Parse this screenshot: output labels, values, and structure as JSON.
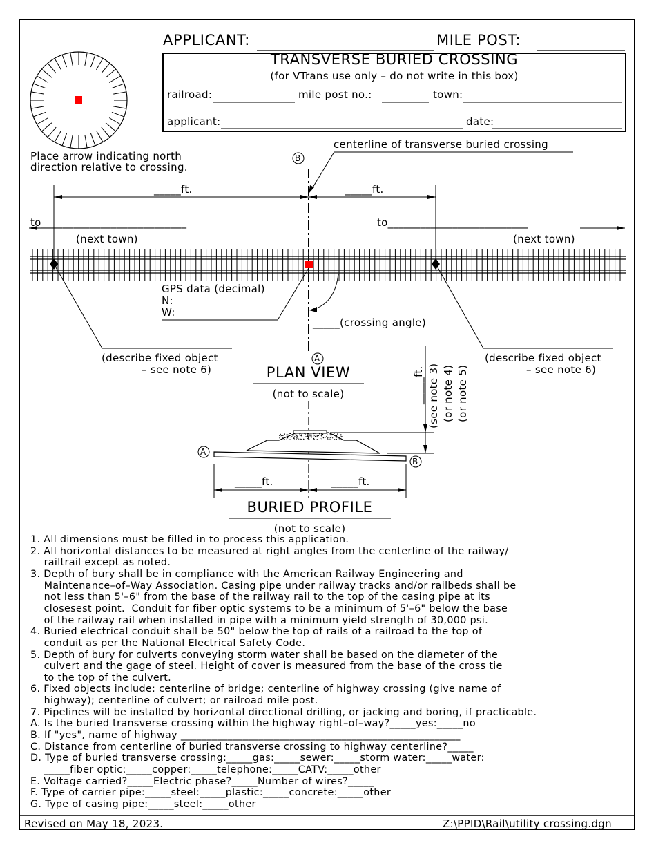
{
  "header": {
    "applicant_label": "APPLICANT:",
    "mile_post_label": "MILE POST:",
    "box_title": "TRANSVERSE BURIED CROSSING",
    "box_subtitle": "(for VTrans use only – do not write in this box)",
    "railroad_label": "railroad:",
    "mile_post_no_label": "mile post no.:",
    "town_label": "town:",
    "applicant_small_label": "applicant:",
    "date_label": "date:"
  },
  "compass": {
    "north_note_1": "Place arrow indicating north",
    "north_note_2": "direction relative to crossing."
  },
  "plan": {
    "centerline_label": "centerline of transverse buried crossing",
    "marker_b": "B",
    "marker_a": "A",
    "dim_left": "_____ft.",
    "dim_right": "_____ft.",
    "to_left": "to___________________________",
    "to_right": "to__________________________",
    "next_town_left": "(next town)",
    "next_town_right": "(next town)",
    "gps_title": "GPS data (decimal)",
    "gps_n": "N:",
    "gps_w": "W:",
    "crossing_angle": "_____(crossing angle)",
    "fixed_left_1": "(describe fixed object",
    "fixed_left_2": "– see note 6)",
    "fixed_right_1": "(describe fixed object",
    "fixed_right_2": "– see note 6)",
    "view_title": "PLAN VIEW",
    "view_scale": "(not to scale)",
    "depth_ft": "_____ft.",
    "see_note_3": "(see note 3)",
    "or_note_4": "(or note 4)",
    "or_note_5": "(or note 5)"
  },
  "profile": {
    "marker_a": "A",
    "marker_b": "B",
    "dim_left": "_____ft.",
    "dim_right": "_____ft.",
    "title": "BURIED PROFILE",
    "scale": "(not to scale)"
  },
  "notes": [
    "1. All dimensions must be filled in to process this application.",
    "2. All horizontal distances to be measured at right angles from the centerline of the railway/",
    "    railtrail except as noted.",
    "3. Depth of bury shall be in compliance with the American Railway Engineering and",
    "    Maintenance–of–Way Association. Casing pipe under railway tracks and/or railbeds shall be",
    "    not less than 5'–6\" from the base of the railway rail to the top of the casing pipe at its",
    "    closesest point.  Conduit for fiber optic systems to be a minimum of 5'–6\" below the base",
    "    of the railway rail when installed in pipe with a minimum yield strength of 30,000 psi.",
    "4. Buried electrical conduit shall be 50\" below the top of rails of a railroad to the top of",
    "    conduit as per the National Electrical Safety Code.",
    "5. Depth of bury for culverts conveying storm water shall be based on the diameter of the",
    "    culvert and the gage of steel. Height of cover is measured from the base of the cross tie",
    "    to the top of the culvert.",
    "6. Fixed objects include: centerline of bridge; centerline of highway crossing (give name of",
    "    highway); centerline of culvert; or railroad mile post.",
    "7. Pipelines will be installed by horizontal directional drilling, or jacking and boring, if practicable.",
    "A. Is the buried transverse crossing within the highway right–of–way?_____yes:_____no",
    "B. If \"yes\", name of highway ______________________________________________________",
    "C. Distance from centerline of buried transverse crossing to highway centerline?_____",
    "D. Type of buried transverse crossing:_____gas:_____sewer:_____storm water:_____water:",
    "    _____fiber optic:_____copper:_____telephone:_____CATV:_____other",
    "E. Voltage carried?_____Electric phase?_____Number of wires?_____",
    "F. Type of carrier pipe:_____steel:_____plastic:_____concrete:_____other",
    "G. Type of casing pipe:_____steel:_____other"
  ],
  "footer": {
    "revised": "Revised on May 18, 2023.",
    "path": "Z:\\PPID\\Rail\\utility crossing.dgn"
  },
  "colors": {
    "marker_red": "#ff0000",
    "line": "#000000"
  }
}
